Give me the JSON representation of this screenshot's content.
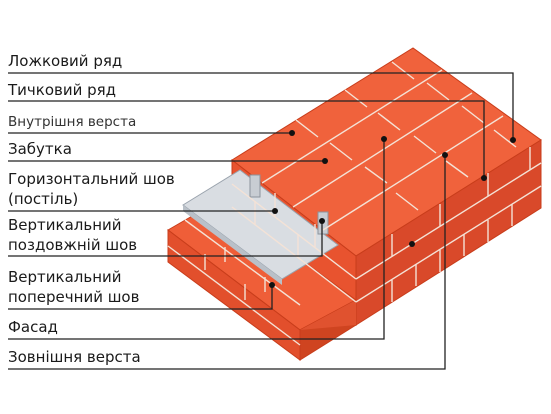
{
  "labels": {
    "lozhkovyi": "Ложковий ряд",
    "tychkovyi": "Тичковий ряд",
    "vnutrishnia": "Внутрішня верста",
    "zabutka": "Забутка",
    "horyz_1": "Горизонтальний шов",
    "horyz_2": "(постіль)",
    "vert_pozd_1": "Вертикальний",
    "vert_pozd_2": "поздовжній шов",
    "vert_pop_1": "Вертикальний",
    "vert_pop_2": "поперечний шов",
    "fasad": "Фасад",
    "zovnishnia": "Зовнішня верста"
  },
  "colors": {
    "brick_top": "#f0623c",
    "brick_front": "#e8532f",
    "brick_side": "#d44520",
    "mortar": "#f4e2d6",
    "slab": "#d9dde2",
    "leader": "#222222"
  }
}
